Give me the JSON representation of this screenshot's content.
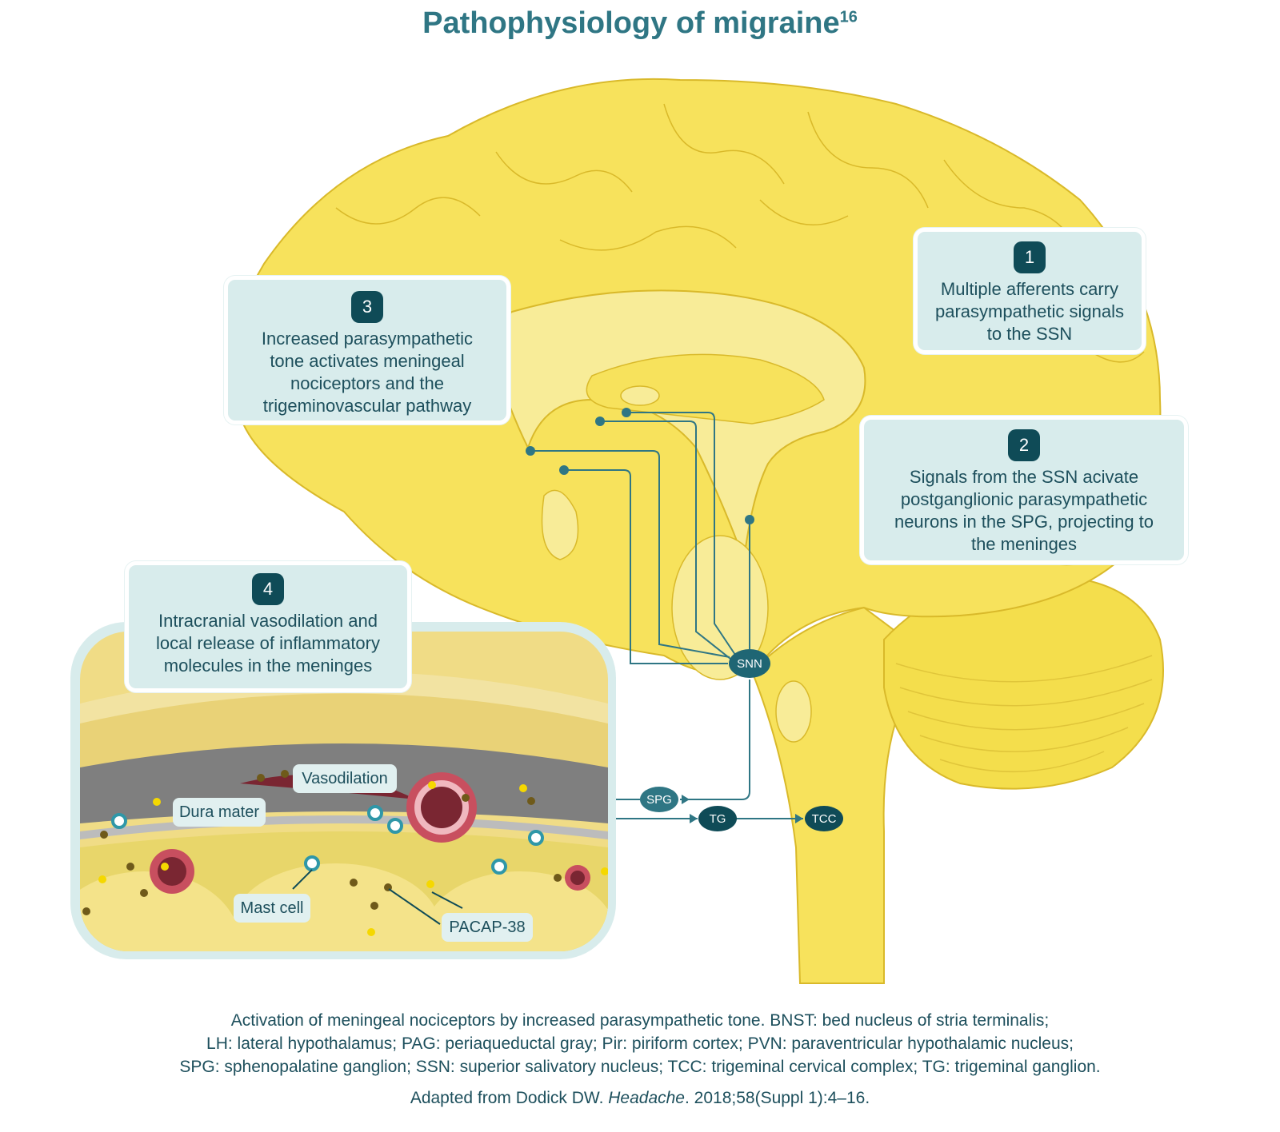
{
  "title": {
    "text": "Pathophysiology of migraine",
    "ref": "16"
  },
  "steps": [
    {
      "num": "1",
      "text": "Multiple afferents carry parasympathetic signals to the SSN"
    },
    {
      "num": "2",
      "text": "Signals from the SSN acivate postganglionic parasympathetic neurons in the SPG, projecting to the meninges"
    },
    {
      "num": "3",
      "text": "Increased parasympathetic tone activates meningeal nociceptors and the trigeminovascular pathway"
    },
    {
      "num": "4",
      "text": "Intracranial vasodilation and local release of inflammatory molecules in the meninges"
    }
  ],
  "nodes": {
    "snn": "SNN",
    "spg": "SPG",
    "tg": "TG",
    "tcc": "TCC"
  },
  "inset_labels": {
    "vasodilation": "Vasodilation",
    "dura": "Dura mater",
    "mast": "Mast cell",
    "pacap": "PACAP-38"
  },
  "caption": {
    "line1": "Activation of meningeal nociceptors by increased parasympathetic tone. BNST: bed nucleus of stria terminalis;",
    "line2": "LH: lateral hypothalamus; PAG: periaqueductal gray; Pir: piriform cortex; PVN: paraventricular hypothalamic nucleus;",
    "line3": "SPG: sphenopalatine ganglion; SSN: superior salivatory nucleus; TCC: trigeminal cervical complex; TG: trigeminal ganglion."
  },
  "source": {
    "pre": "Adapted from Dodick DW. ",
    "journal": "Headache",
    "post": ". 2018;58(Suppl 1):4–16."
  },
  "colors": {
    "brain": "#f7e25c",
    "brain_inner": "#f8ec98",
    "teal_dark": "#0f4b57",
    "teal": "#2f7684",
    "panel": "#d8ecec"
  }
}
